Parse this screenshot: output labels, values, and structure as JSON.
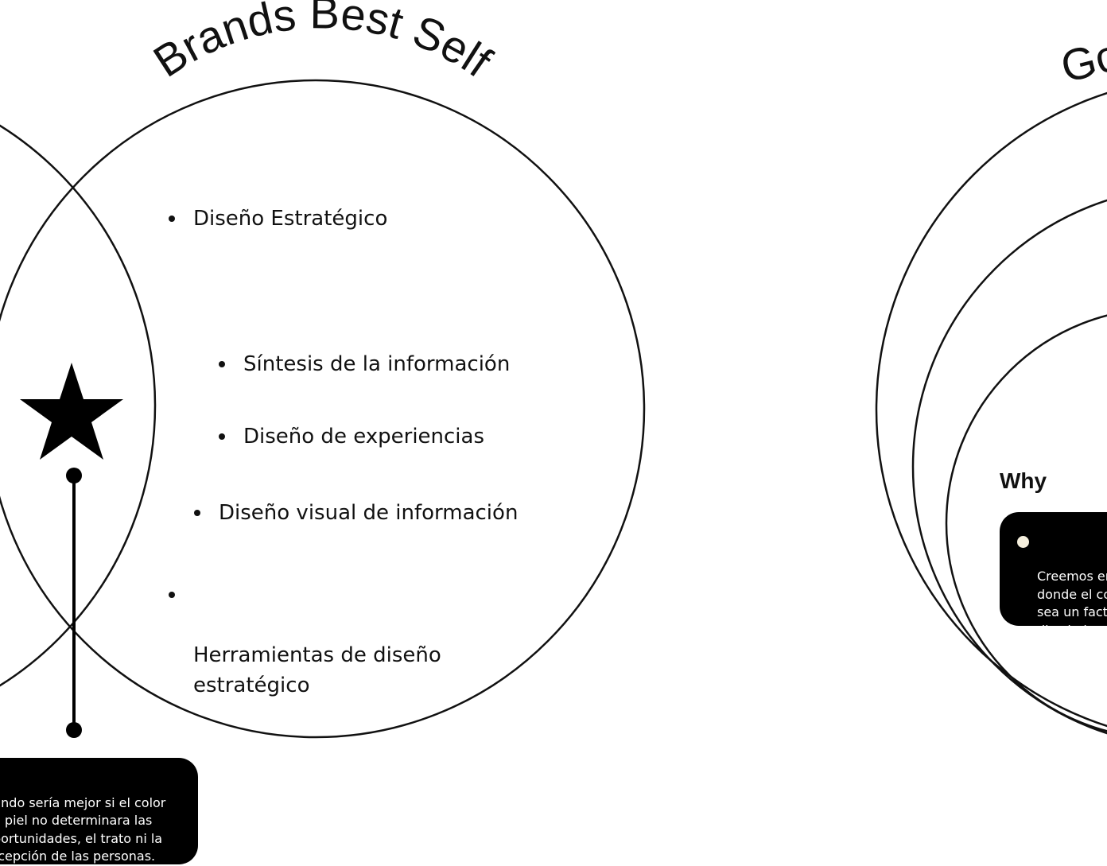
{
  "left_diagram": {
    "arc_title": "Brands Best Self",
    "items": [
      {
        "level": 1,
        "text": "Diseño Estratégico"
      },
      {
        "level": 3,
        "text": "Síntesis de la información"
      },
      {
        "level": 3,
        "text": "Diseño de experiencias"
      },
      {
        "level": 2,
        "text": "Diseño visual de información"
      },
      {
        "level": 1,
        "text": "Herramientas de diseño\nestratégico"
      }
    ],
    "star_icon": "star-icon",
    "note_text": "undo sería mejor si el color\ne piel no determinara las\nportunidades, el trato ni la\nrcepción de las personas."
  },
  "right_diagram": {
    "arc_title_partial": "Go",
    "why_label": "Why",
    "why_text": "Creemos en\ndonde el co\nsea un fact\ndiscriminac"
  },
  "colors": {
    "stroke": "#111111",
    "card_bg": "#000000",
    "card_text": "#ffffff",
    "bullet_dot_cream": "#f5efdd"
  }
}
